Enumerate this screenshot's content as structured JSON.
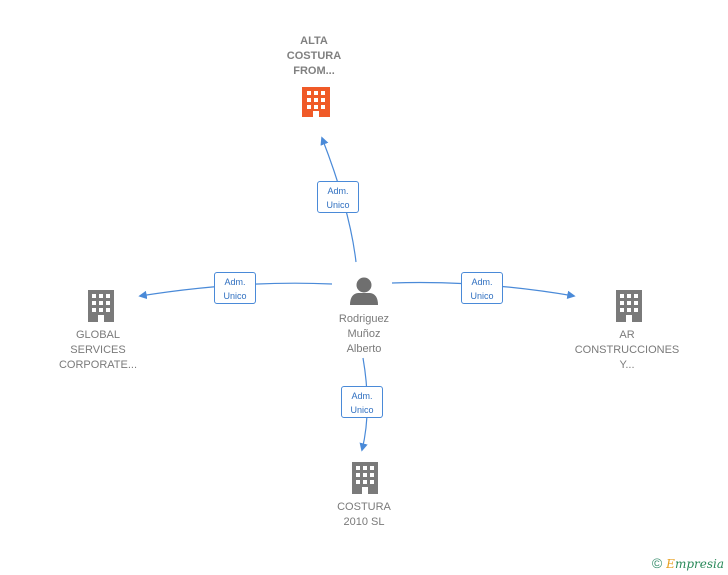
{
  "center": {
    "lines": [
      "Rodriguez",
      "Muñoz",
      "Alberto"
    ],
    "icon": "person-icon"
  },
  "companies": {
    "top": {
      "lines": [
        "ALTA",
        "COSTURA",
        "FROM..."
      ],
      "icon": "building-icon",
      "color": "#f05a28"
    },
    "left": {
      "lines": [
        "GLOBAL",
        "SERVICES",
        "CORPORATE..."
      ],
      "icon": "building-icon",
      "color": "#7a7a7a"
    },
    "right": {
      "lines": [
        "AR",
        "CONSTRUCCIONES",
        "Y..."
      ],
      "icon": "building-icon",
      "color": "#7a7a7a"
    },
    "bottom": {
      "lines": [
        "COSTURA",
        "2010  SL"
      ],
      "icon": "building-icon",
      "color": "#7a7a7a"
    }
  },
  "edges": {
    "top": [
      "Adm.",
      "Unico"
    ],
    "left": [
      "Adm.",
      "Unico"
    ],
    "right": [
      "Adm.",
      "Unico"
    ],
    "bottom": [
      "Adm.",
      "Unico"
    ]
  },
  "colors": {
    "edge": "#4a8ad8",
    "accent": "#f05a28",
    "person": "#6f6f6f"
  },
  "footer": {
    "copyright": "©",
    "brand_first": "E",
    "brand_rest": "mpresia"
  }
}
